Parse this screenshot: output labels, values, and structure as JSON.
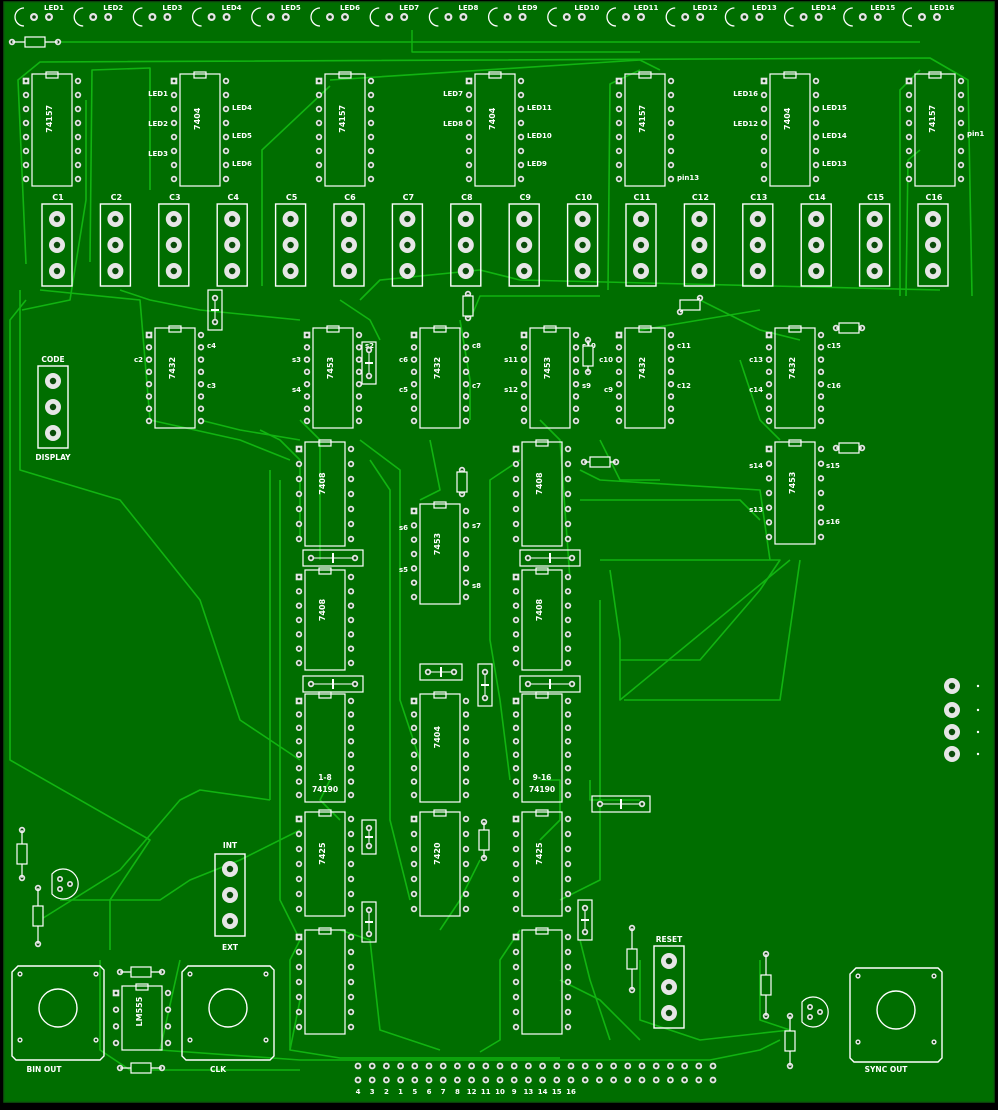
{
  "board": {
    "colors": {
      "substrate": "#006e00",
      "copper": "#11b411",
      "silk": "#ffffff",
      "pad": "#e6e6e6",
      "hole": "#0a4a0a",
      "edge": "#000000"
    },
    "leds": [
      "LED1",
      "LED2",
      "LED3",
      "LED4",
      "LED5",
      "LED6",
      "LED7",
      "LED8",
      "LED9",
      "LED10",
      "LED11",
      "LED12",
      "LED13",
      "LED14",
      "LED15",
      "LED16"
    ],
    "caps": [
      "C1",
      "C2",
      "C3",
      "C4",
      "C5",
      "C6",
      "C7",
      "C8",
      "C9",
      "C10",
      "C11",
      "C12",
      "C13",
      "C14",
      "C15",
      "C16"
    ],
    "ic_top": [
      {
        "label": "74157"
      },
      {
        "label": "7404",
        "left": [
          "LED1",
          "LED2",
          "LED3"
        ],
        "right": [
          "LED4",
          "LED5",
          "LED6"
        ]
      },
      {
        "label": "74157"
      },
      {
        "label": "7404",
        "left": [
          "LED7",
          "LED8"
        ],
        "right": [
          "LED11",
          "LED10",
          "LED9"
        ]
      },
      {
        "label": "74157",
        "pin": "pin13"
      },
      {
        "label": "7404",
        "left": [
          "LED16",
          "LED12"
        ],
        "right": [
          "LED15",
          "LED14",
          "LED13"
        ]
      },
      {
        "label": "74157",
        "pin": "pin1"
      }
    ],
    "ic_row2": [
      {
        "label": "7432",
        "left": [
          "c2"
        ],
        "right": [
          "c4",
          "c3"
        ]
      },
      {
        "label": "7453",
        "left": [
          "s3",
          "s4"
        ],
        "right": [
          "s2"
        ]
      },
      {
        "label": "7432",
        "left": [
          "c6",
          "c5"
        ],
        "right": [
          "c8",
          "c7"
        ]
      },
      {
        "label": "7453",
        "left": [
          "s11",
          "s12"
        ],
        "right": [
          "s10",
          "s9"
        ]
      },
      {
        "label": "7432",
        "left": [
          "c10",
          "c9"
        ],
        "right": [
          "c11",
          "c12"
        ]
      },
      {
        "label": "7432",
        "left": [
          "c13",
          "c14"
        ],
        "right": [
          "c15",
          "c16"
        ]
      }
    ],
    "ic_mid": [
      {
        "label": "7408"
      },
      {
        "label": "7408"
      },
      {
        "label": "7453",
        "left": [
          "s6",
          "s5"
        ],
        "right": [
          "s7",
          "s8"
        ]
      },
      {
        "label": "7453",
        "left": [
          "s14",
          "s13"
        ],
        "right": [
          "s15",
          "s16"
        ]
      },
      {
        "label": "7408"
      },
      {
        "label": "7408"
      },
      {
        "label": "7404"
      },
      {
        "label": "1-8",
        "sub": "74190"
      },
      {
        "label": "9-16",
        "sub": "74190"
      },
      {
        "label": "7425"
      },
      {
        "label": "7420"
      },
      {
        "label": "7425"
      },
      {
        "label": "LM555"
      }
    ],
    "connectors": {
      "code": {
        "top": "CODE",
        "bottom": "DISPLAY"
      },
      "clock_sel": {
        "top": "INT",
        "bottom": "EXT"
      },
      "reset": "RESET",
      "bnc": [
        "BIN OUT",
        "CLK",
        "SYNC OUT"
      ]
    },
    "header_pins": [
      "4",
      "3",
      "2",
      "1",
      "5",
      "6",
      "7",
      "8",
      "12",
      "11",
      "10",
      "9",
      "13",
      "14",
      "15",
      "16"
    ]
  }
}
